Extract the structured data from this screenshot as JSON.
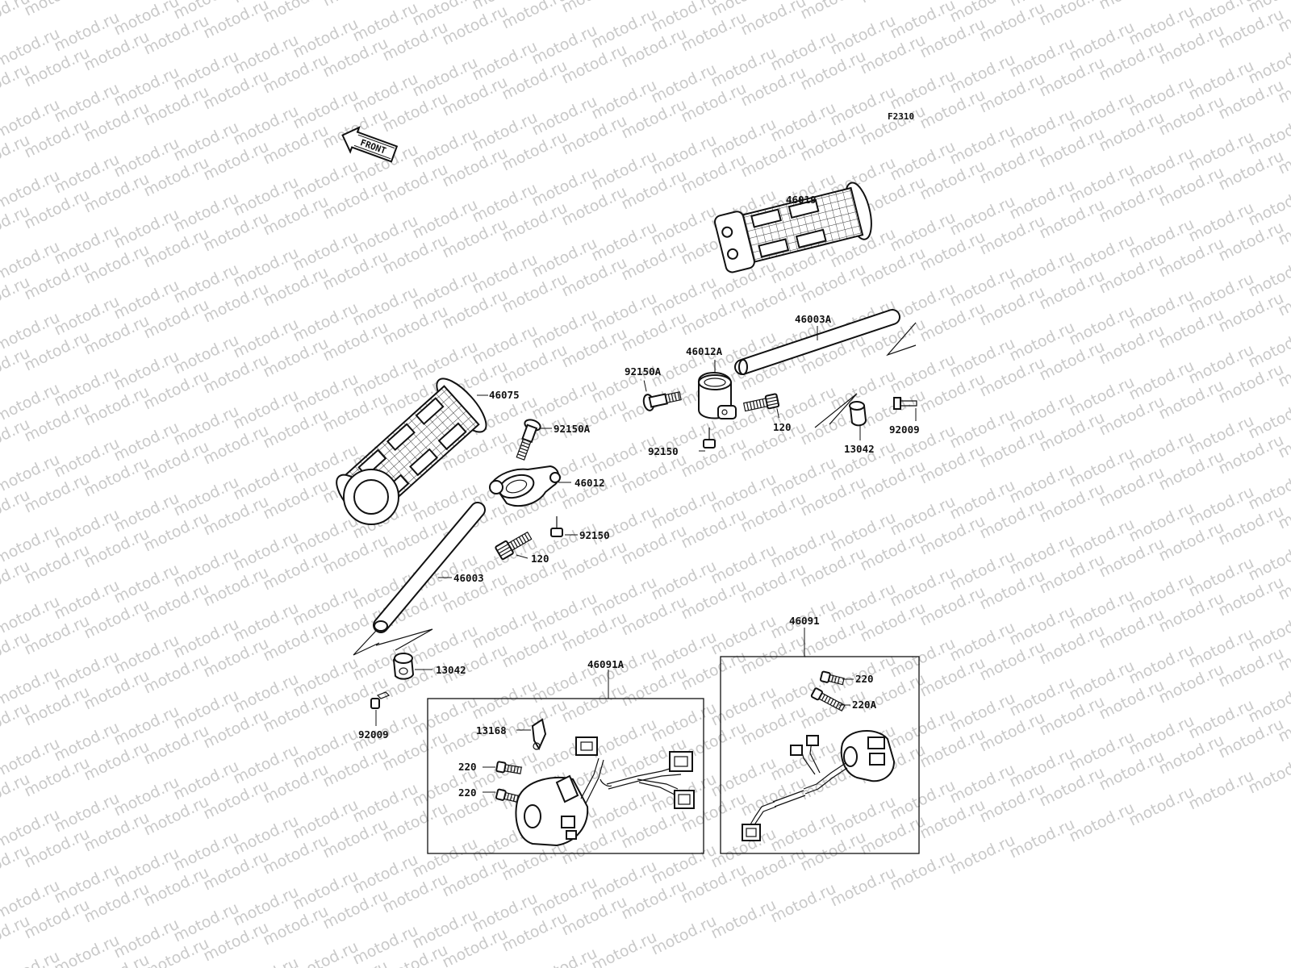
{
  "diagram": {
    "code": "F2310",
    "front_label": "FRONT",
    "watermark": "motod.ru",
    "labels": {
      "l46019": "46019",
      "l46003A": "46003A",
      "l46012A": "46012A",
      "l92150A_top": "92150A",
      "l46075": "46075",
      "l92150A_mid": "92150A",
      "l120_right": "120",
      "l92009_right": "92009",
      "l92150_right": "92150",
      "l13042_right": "13042",
      "l46012": "46012",
      "l92150_left": "92150",
      "l120_left": "120",
      "l46003": "46003",
      "l13042_left": "13042",
      "l92009_left": "92009",
      "l46091A": "46091A",
      "l46091": "46091",
      "l13168": "13168",
      "l220_a": "220",
      "l220_b": "220",
      "l220_c": "220",
      "l220A": "220A"
    }
  }
}
